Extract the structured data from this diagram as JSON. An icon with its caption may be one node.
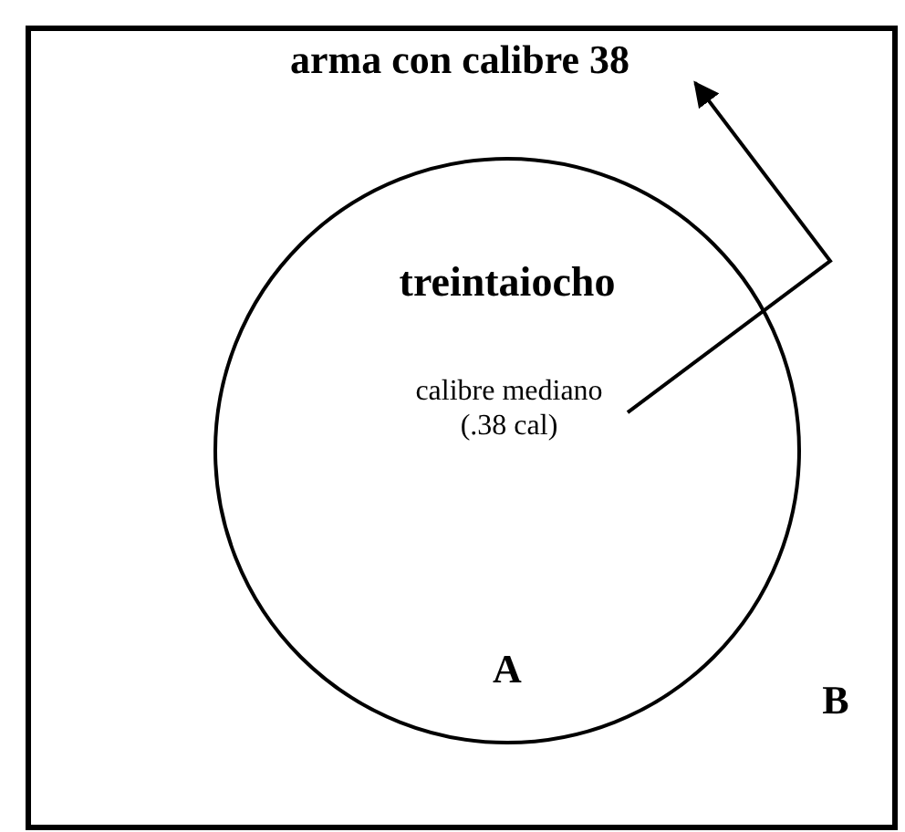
{
  "diagram": {
    "nodes": [
      {
        "text": [
          "B"
        ]
      },
      {
        "text": [
          "arma con calibre 38"
        ],
        "in": 0
      },
      {
        "text": [
          "treintaiocho",
          "A"
        ],
        "in": 0
      },
      {
        "text": [
          "calibre mediano (.38 cal)"
        ],
        "in": 2
      }
    ],
    "edges": [
      {
        "from": 3,
        "to": 1,
        "arrow": "to"
      }
    ]
  }
}
